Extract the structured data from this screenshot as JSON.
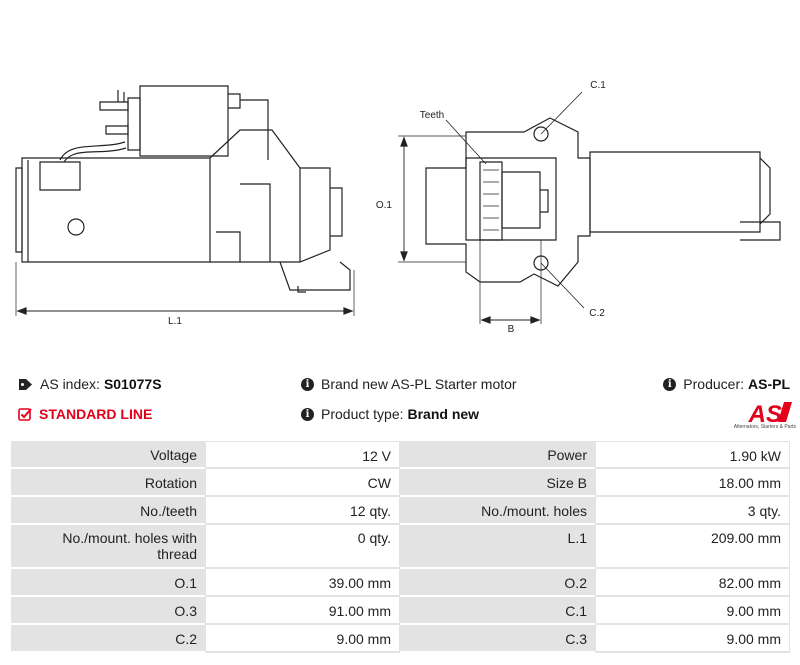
{
  "drawing": {
    "labels": {
      "l1": "L.1",
      "teeth": "Teeth",
      "o1": "O.1",
      "c1": "C.1",
      "c2": "C.2",
      "b": "B"
    }
  },
  "info": {
    "as_index_label": "AS index:",
    "as_index_value": "S01077S",
    "standard_line": "STANDARD LINE",
    "description": "Brand new AS-PL Starter motor",
    "product_type_label": "Product type:",
    "product_type_value": "Brand new",
    "producer_label": "Producer:",
    "producer_value": "AS-PL"
  },
  "logo": {
    "text": "AS",
    "tagline": "Alternators, Starters & Parts",
    "color": "#e2001a"
  },
  "specs": [
    {
      "k1": "Voltage",
      "v1": "12 V",
      "k2": "Power",
      "v2": "1.90 kW"
    },
    {
      "k1": "Rotation",
      "v1": "CW",
      "k2": "Size B",
      "v2": "18.00 mm"
    },
    {
      "k1": "No./teeth",
      "v1": "12 qty.",
      "k2": "No./mount. holes",
      "v2": "3 qty."
    },
    {
      "k1": "No./mount. holes with thread",
      "v1": "0 qty.",
      "k2": "L.1",
      "v2": "209.00 mm"
    },
    {
      "k1": "O.1",
      "v1": "39.00 mm",
      "k2": "O.2",
      "v2": "82.00 mm"
    },
    {
      "k1": "O.3",
      "v1": "91.00 mm",
      "k2": "C.1",
      "v2": "9.00 mm"
    },
    {
      "k1": "C.2",
      "v1": "9.00 mm",
      "k2": "C.3",
      "v2": "9.00 mm"
    }
  ]
}
